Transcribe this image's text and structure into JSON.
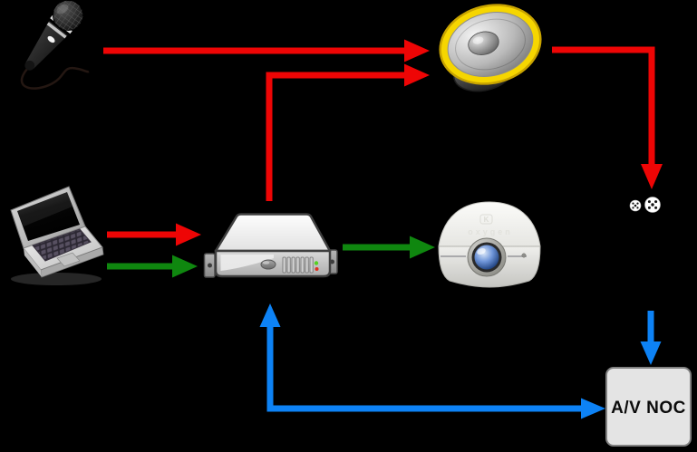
{
  "labels": {
    "noc": "A/V NOC",
    "projector_brand": "oxygen",
    "projector_logo": "K"
  },
  "colors": {
    "canvas_bg": "#000000",
    "red_arrow": "#ee0505",
    "green_arrow": "#0f870f",
    "blue_arrow": "#0d82f5",
    "noc_fill": "#e4e4e4",
    "noc_border": "#808080",
    "speaker_ring": "#f6d600"
  },
  "nodes": [
    {
      "id": "microphone",
      "icon": "microphone-icon"
    },
    {
      "id": "speaker",
      "icon": "loudspeaker-icon"
    },
    {
      "id": "laptop",
      "icon": "laptop-icon"
    },
    {
      "id": "server",
      "icon": "rack-server-icon"
    },
    {
      "id": "projector",
      "icon": "video-projector-icon"
    },
    {
      "id": "video-camera",
      "icon": "film-reels-icon"
    },
    {
      "id": "av-noc",
      "icon": "labeled-box",
      "label": "A/V NOC"
    }
  ],
  "edges": [
    {
      "id": "mic-to-speaker",
      "color": "red",
      "from": "microphone",
      "to": "speaker"
    },
    {
      "id": "server-to-speaker",
      "color": "red",
      "from": "server",
      "to": "speaker"
    },
    {
      "id": "speaker-to-camera",
      "color": "red",
      "from": "speaker",
      "to": "video-camera"
    },
    {
      "id": "laptop-to-server-red",
      "color": "red",
      "from": "laptop",
      "to": "server"
    },
    {
      "id": "laptop-to-server-green",
      "color": "green",
      "from": "laptop",
      "to": "server"
    },
    {
      "id": "server-to-projector",
      "color": "green",
      "from": "server",
      "to": "projector"
    },
    {
      "id": "server-to-noc",
      "color": "blue",
      "from": "server",
      "to": "av-noc",
      "bidirectional": true
    },
    {
      "id": "camera-to-noc",
      "color": "blue",
      "from": "video-camera",
      "to": "av-noc"
    }
  ]
}
